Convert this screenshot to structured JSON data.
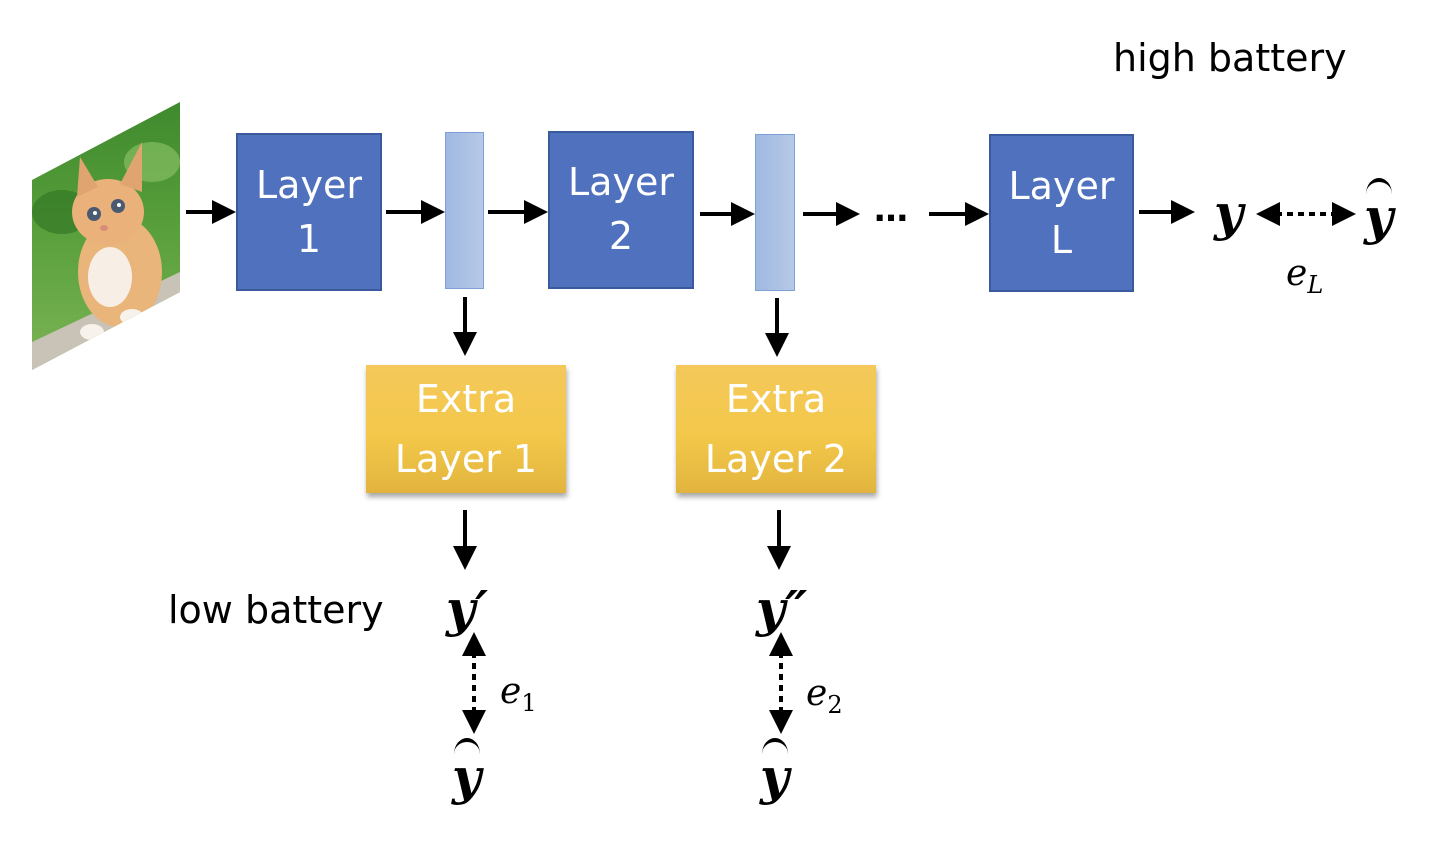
{
  "title_labels": {
    "high_battery": "high battery",
    "low_battery": "low battery"
  },
  "input": {
    "icon": "kitten-photo",
    "description": "input image of a kitten (perspective-skewed)"
  },
  "main_layers": [
    {
      "line1": "Layer",
      "line2": "1"
    },
    {
      "line1": "Layer",
      "line2": "2"
    },
    {
      "line1": "Layer",
      "line2": "L"
    }
  ],
  "ellipsis": "…",
  "extra_layers": [
    {
      "line1": "Extra",
      "line2": "Layer 1"
    },
    {
      "line1": "Extra",
      "line2": "Layer 2"
    }
  ],
  "outputs": {
    "final": "y",
    "final_target": "y",
    "final_error": {
      "base": "e",
      "sub": "L"
    },
    "early1": "y′",
    "early1_target": "y",
    "early1_error": {
      "base": "e",
      "sub": "1"
    },
    "early2": "y″",
    "early2_target": "y",
    "early2_error": {
      "base": "e",
      "sub": "2"
    }
  },
  "colors": {
    "layer_blue": "#4f71be",
    "feature_bar": "#a9c0e4",
    "extra_gold": "#f3c84a",
    "arrow": "#000000"
  }
}
